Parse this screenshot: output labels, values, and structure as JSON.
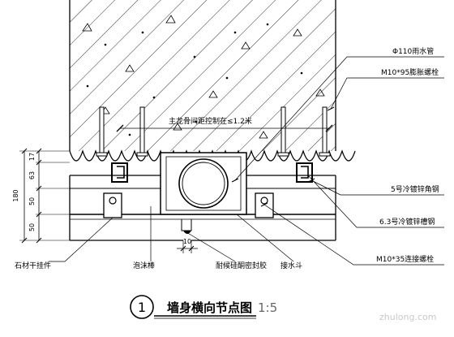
{
  "labels": {
    "drain_pipe": "Φ110雨水管",
    "expansion_bolt": "M10*95膨胀螺栓",
    "keel_spacing": "主龙骨间距控制在≤1.2米",
    "angle_steel": "5号冷镀锌角钢",
    "channel_steel": "6.3号冷镀锌槽钢",
    "stone_hanger": "石材干挂件",
    "foam_rod": "泡沫棒",
    "sealant": "耐候硅酮密封胶",
    "water_hopper": "接水斗",
    "connect_bolt": "M10*35连接螺栓"
  },
  "dimensions": {
    "total": "180",
    "d1": "17",
    "d2": "63",
    "d3": "50",
    "d4": "50",
    "joint": "10"
  },
  "title": {
    "number": "1",
    "text": "墙身横向节点图",
    "scale": "1:5"
  },
  "watermark": "zhulong.com"
}
